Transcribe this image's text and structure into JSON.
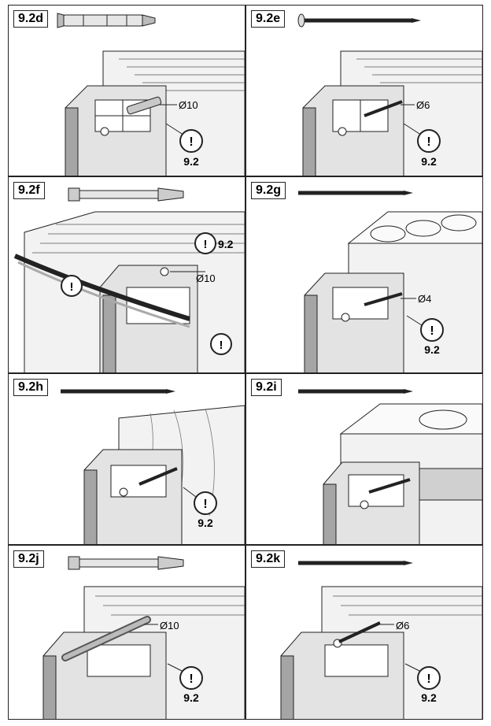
{
  "panels": [
    {
      "id": "9.2d",
      "label": "9.2d",
      "fastener": "frame-anchor",
      "dia": "Ø10",
      "warn": "9.2"
    },
    {
      "id": "9.2e",
      "label": "9.2e",
      "fastener": "screw",
      "dia": "Ø6",
      "warn": "9.2"
    },
    {
      "id": "9.2f",
      "label": "9.2f",
      "fastener": "frame-anchor",
      "dia": "Ø10",
      "warn": "9.2"
    },
    {
      "id": "9.2g",
      "label": "9.2g",
      "fastener": "screw",
      "dia": "Ø4",
      "warn": "9.2"
    },
    {
      "id": "9.2h",
      "label": "9.2h",
      "fastener": "screw",
      "warn": "9.2"
    },
    {
      "id": "9.2i",
      "label": "9.2i",
      "fastener": "screw"
    },
    {
      "id": "9.2j",
      "label": "9.2j",
      "fastener": "frame-anchor",
      "dia": "Ø10",
      "warn": "9.2"
    },
    {
      "id": "9.2k",
      "label": "9.2k",
      "fastener": "screw",
      "dia": "Ø6",
      "warn": "9.2"
    }
  ],
  "icons": {
    "warning": "exclamation-circle-icon"
  },
  "colors": {
    "line": "#222222",
    "frame": "#d9d9d9",
    "frame_dark": "#9a9a9a",
    "wall": "#ececec"
  }
}
